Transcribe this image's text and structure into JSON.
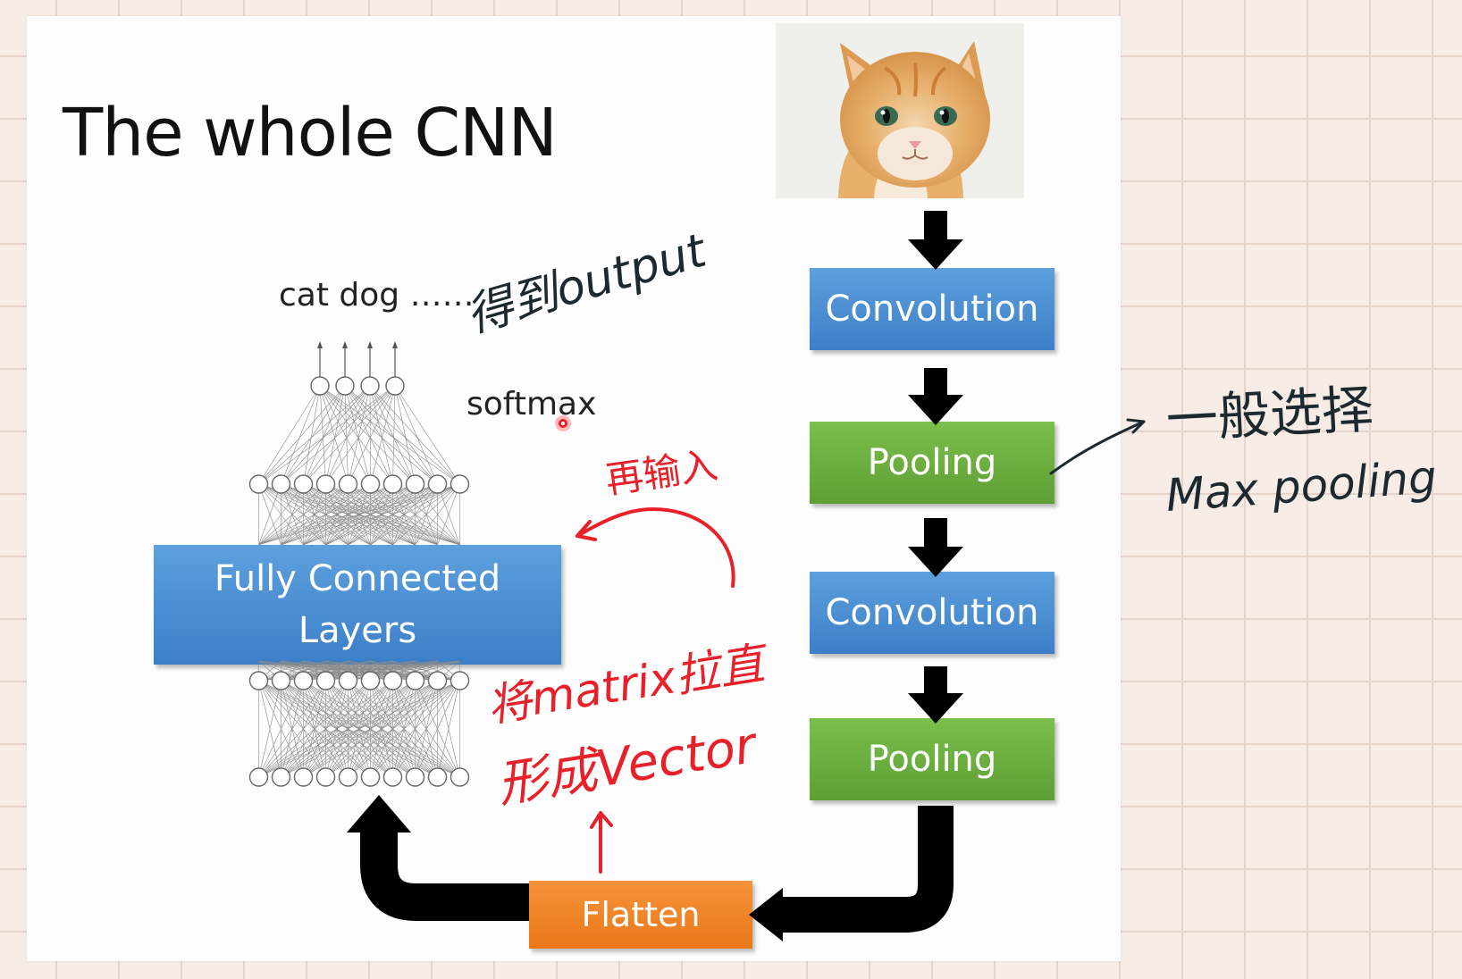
{
  "title": "The whole CNN",
  "output_labels": "cat dog ……",
  "softmax_label": "softmax",
  "pipeline": {
    "conv1": "Convolution",
    "pool1": "Pooling",
    "conv2": "Convolution",
    "pool2": "Pooling",
    "flatten": "Flatten",
    "fc_line1": "Fully Connected",
    "fc_line2": "Layers"
  },
  "handwritten_notes": {
    "output_note": "得到output",
    "input_note": "再输入",
    "flatten_note_line1": "将matrix拉直",
    "flatten_note_line2": "形成Vector",
    "pooling_note_line1": "一般选择",
    "pooling_note_line2": "Max pooling"
  },
  "colors": {
    "convolution": "#4a8fd6",
    "pooling": "#6aaf3e",
    "flatten": "#f08424",
    "annotation_red": "#e8202a",
    "annotation_dark": "#1c2a30"
  }
}
